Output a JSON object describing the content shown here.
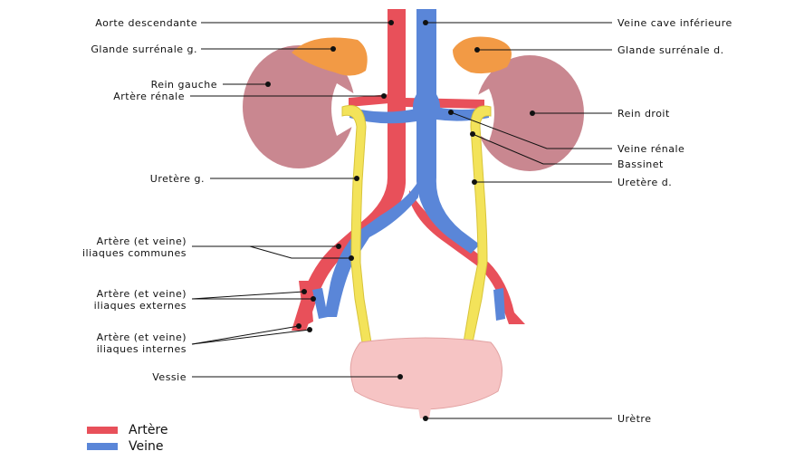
{
  "colors": {
    "artery": "#e8505a",
    "vein": "#5a86d8",
    "kidney": "#c98790",
    "adrenal": "#f29a45",
    "ureter": "#f3e35a",
    "bladder": "#f6c4c4"
  },
  "labels": {
    "aorte": "Aorte descendante",
    "veine_cave": "Veine cave inférieure",
    "glande_g": "Glande surrénale g.",
    "glande_d": "Glande surrénale d.",
    "rein_g": "Rein gauche",
    "artere_renale": "Artère rénale",
    "rein_d": "Rein droit",
    "veine_renale": "Veine rénale",
    "bassinet": "Bassinet",
    "uretere_g": "Uretère g.",
    "uretere_d": "Uretère d.",
    "iliaques_communes_1": "Artère (et veine)",
    "iliaques_communes_2": "iliaques communes",
    "iliaques_externes_1": "Artère (et veine)",
    "iliaques_externes_2": "iliaques externes",
    "iliaques_internes_1": "Artère (et veine)",
    "iliaques_internes_2": "iliaques internes",
    "vessie": "Vessie",
    "uretre": "Urètre"
  },
  "legend": {
    "artery": "Artère",
    "vein": "Veine"
  }
}
